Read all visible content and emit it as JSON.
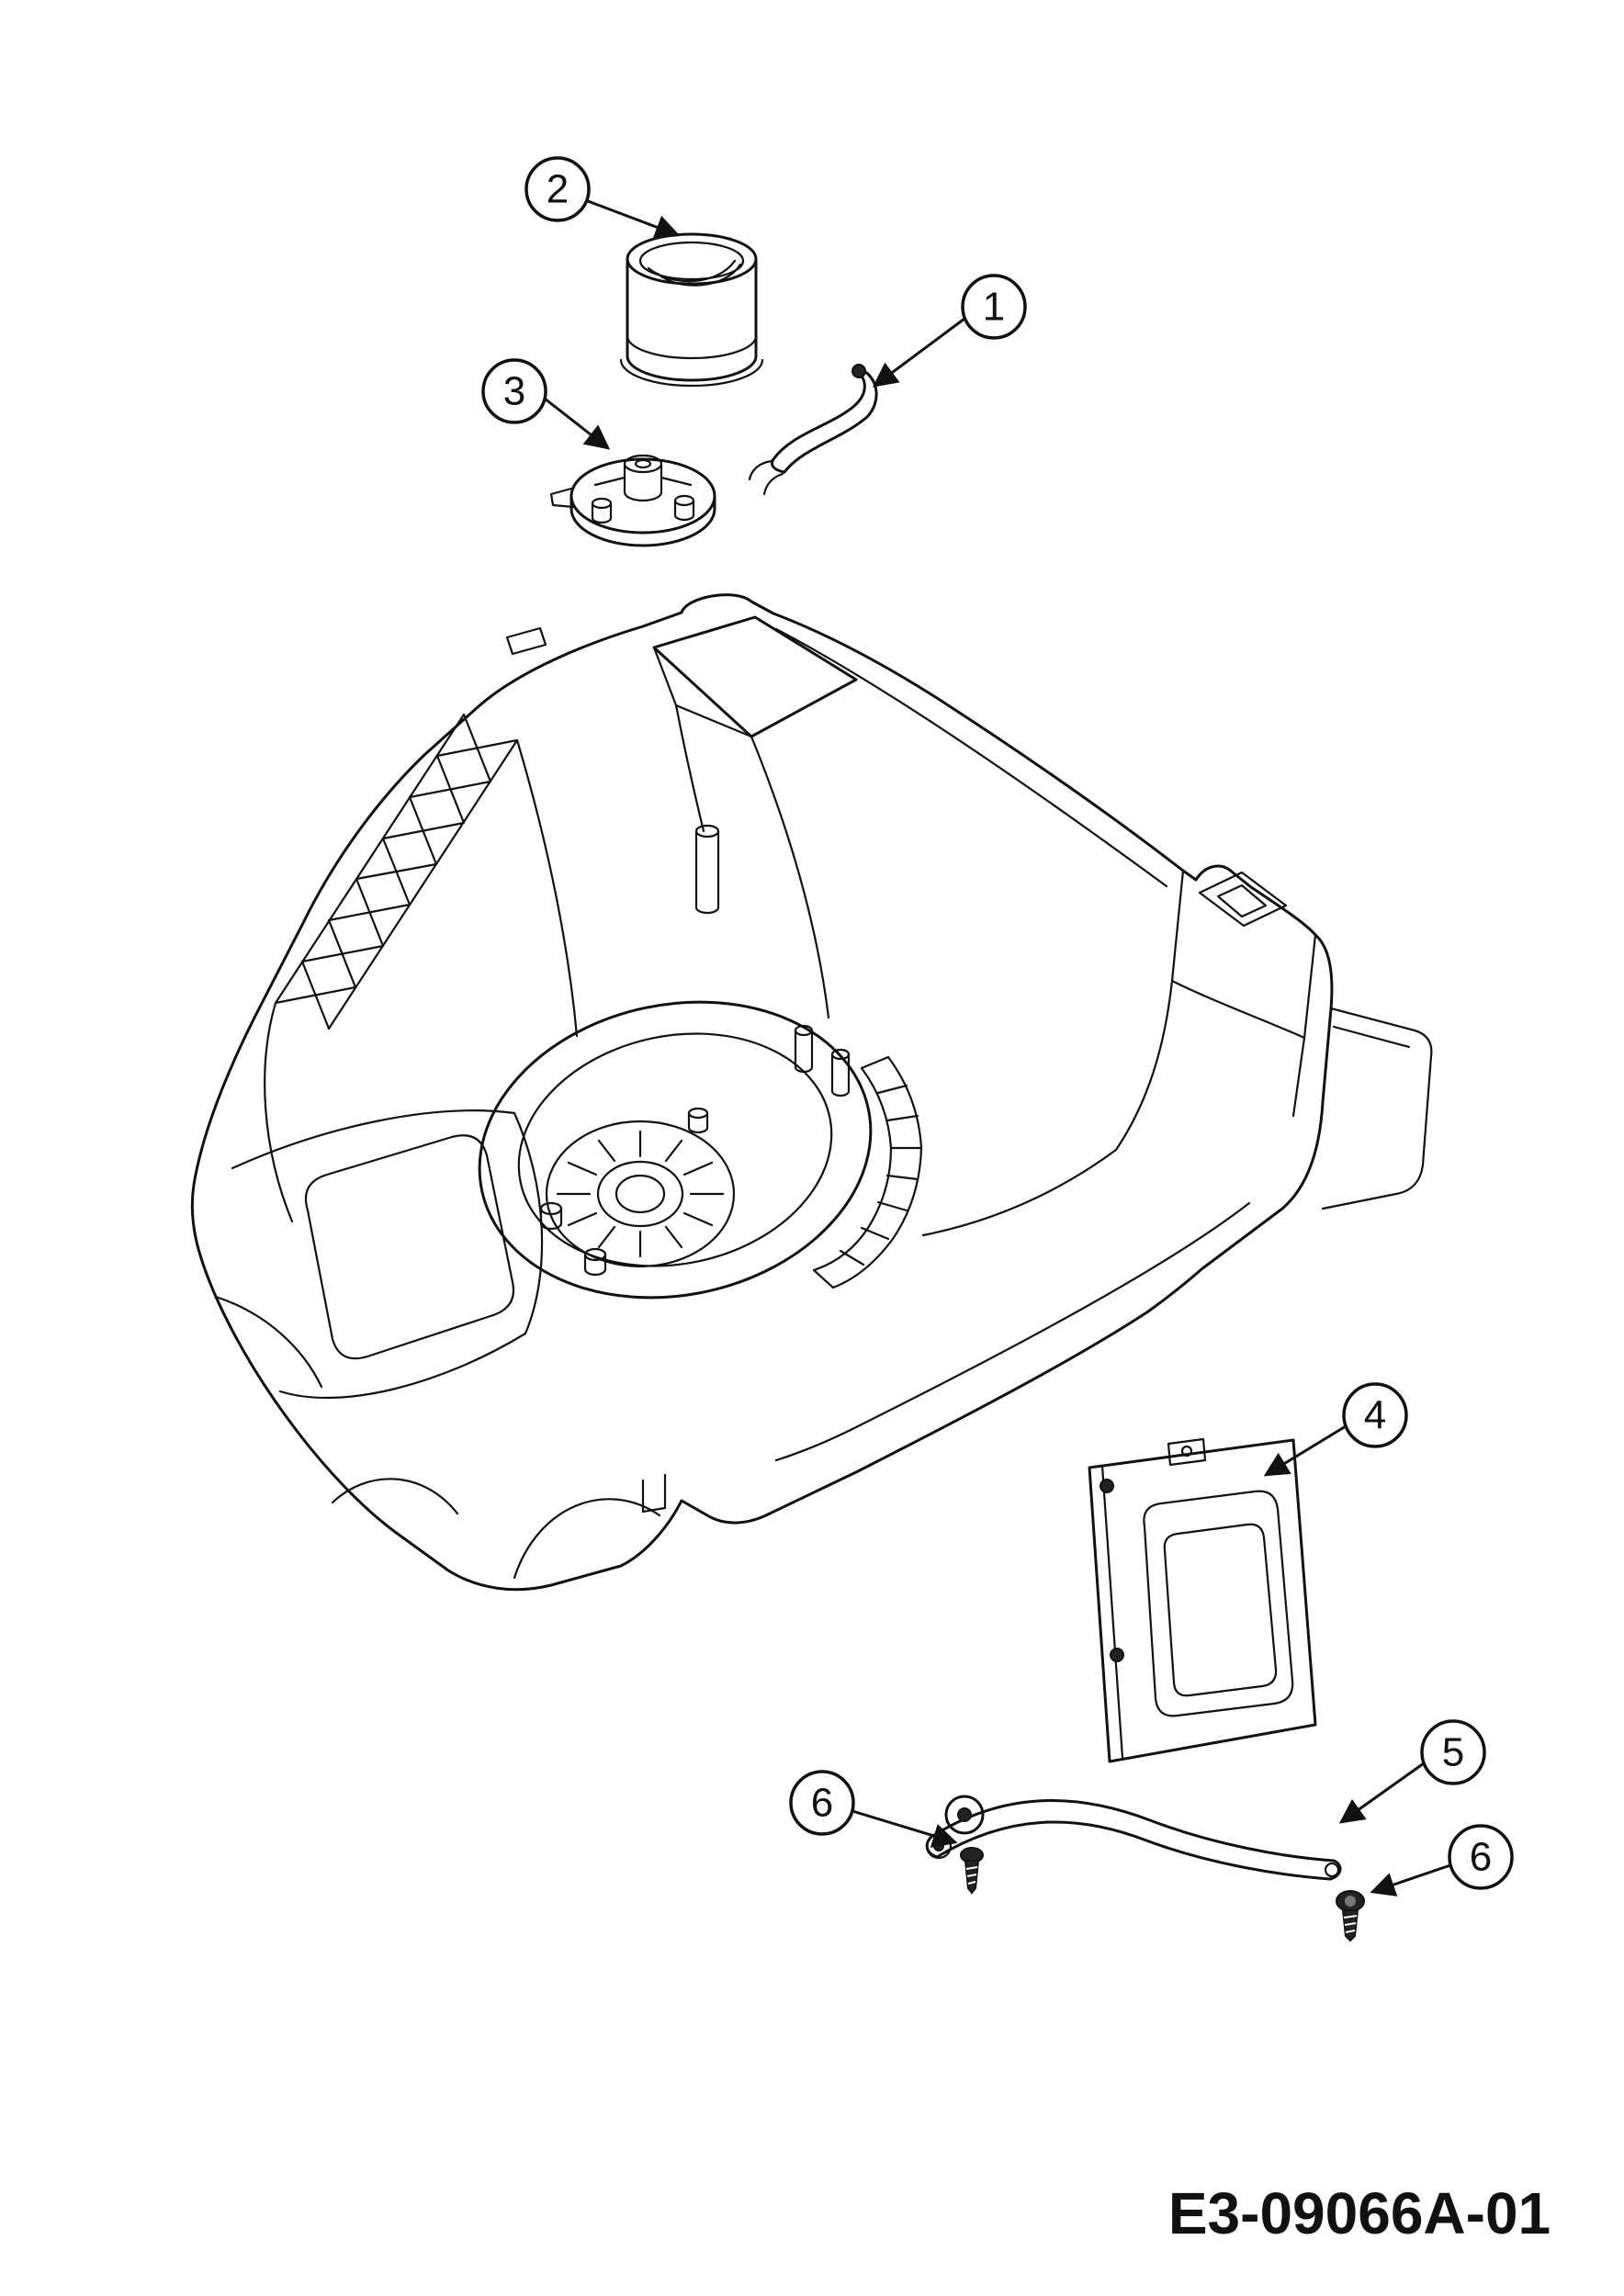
{
  "diagram": {
    "part_code": "E3-09066A-01",
    "callouts": [
      {
        "label": "2"
      },
      {
        "label": "1"
      },
      {
        "label": "3"
      },
      {
        "label": "4"
      },
      {
        "label": "5"
      },
      {
        "label": "6"
      },
      {
        "label": "6"
      }
    ],
    "colors": {
      "line": "#111111",
      "background": "#ffffff"
    }
  }
}
